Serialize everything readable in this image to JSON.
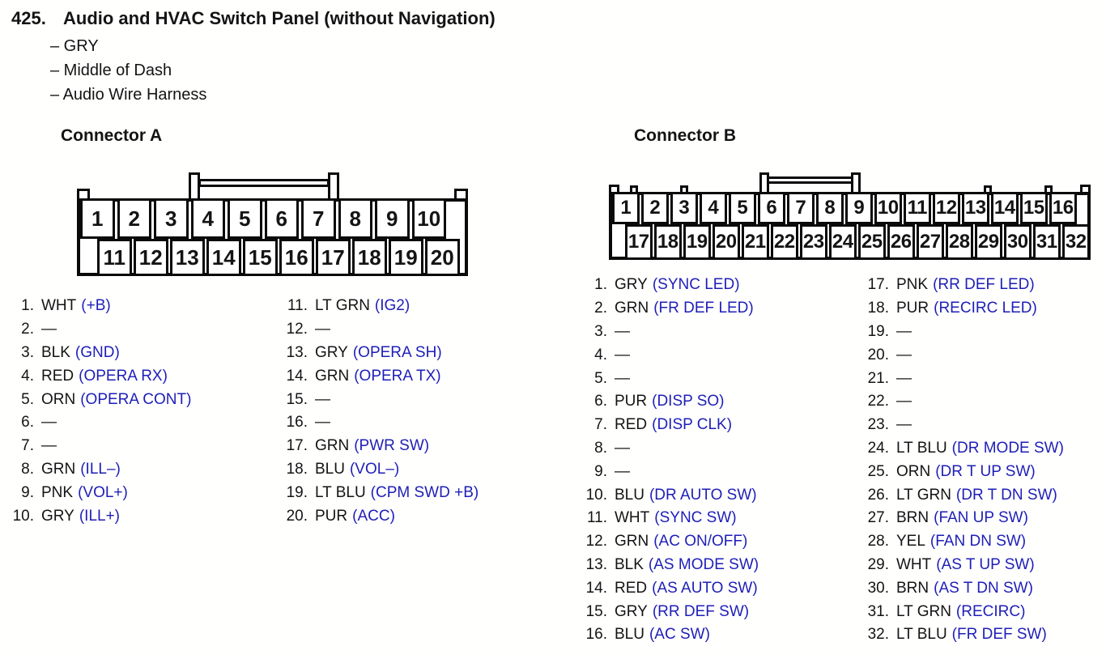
{
  "page": {
    "item_number": "425.",
    "title": "Audio and HVAC Switch Panel (without Navigation)",
    "details": [
      "– GRY",
      "– Middle of Dash",
      "– Audio Wire Harness"
    ]
  },
  "colors": {
    "signal_blue": "#1e1eb8",
    "ink": "#141414"
  },
  "connector_a": {
    "heading": "Connector A",
    "top_row": [
      "1",
      "2",
      "3",
      "4",
      "5",
      "6",
      "7",
      "8",
      "9",
      "10"
    ],
    "bottom_row": [
      "11",
      "12",
      "13",
      "14",
      "15",
      "16",
      "17",
      "18",
      "19",
      "20"
    ],
    "pins": [
      {
        "num": "1.",
        "wire": "WHT",
        "signal": "(+B)"
      },
      {
        "num": "2.",
        "wire": "—",
        "signal": ""
      },
      {
        "num": "3.",
        "wire": "BLK",
        "signal": "(GND)"
      },
      {
        "num": "4.",
        "wire": "RED",
        "signal": "(OPERA RX)"
      },
      {
        "num": "5.",
        "wire": "ORN",
        "signal": "(OPERA CONT)"
      },
      {
        "num": "6.",
        "wire": "—",
        "signal": ""
      },
      {
        "num": "7.",
        "wire": "—",
        "signal": ""
      },
      {
        "num": "8.",
        "wire": "GRN",
        "signal": "(ILL–)"
      },
      {
        "num": "9.",
        "wire": "PNK",
        "signal": "(VOL+)"
      },
      {
        "num": "10.",
        "wire": "GRY",
        "signal": "(ILL+)"
      },
      {
        "num": "11.",
        "wire": "LT GRN",
        "signal": "(IG2)"
      },
      {
        "num": "12.",
        "wire": "—",
        "signal": ""
      },
      {
        "num": "13.",
        "wire": "GRY",
        "signal": "(OPERA SH)"
      },
      {
        "num": "14.",
        "wire": "GRN",
        "signal": "(OPERA TX)"
      },
      {
        "num": "15.",
        "wire": "—",
        "signal": ""
      },
      {
        "num": "16.",
        "wire": "—",
        "signal": ""
      },
      {
        "num": "17.",
        "wire": "GRN",
        "signal": "(PWR SW)"
      },
      {
        "num": "18.",
        "wire": "BLU",
        "signal": "(VOL–)"
      },
      {
        "num": "19.",
        "wire": "LT BLU",
        "signal": "(CPM SWD +B)"
      },
      {
        "num": "20.",
        "wire": "PUR",
        "signal": "(ACC)"
      }
    ]
  },
  "connector_b": {
    "heading": "Connector B",
    "top_row": [
      "1",
      "2",
      "3",
      "4",
      "5",
      "6",
      "7",
      "8",
      "9",
      "10",
      "11",
      "12",
      "13",
      "14",
      "15",
      "16"
    ],
    "bottom_row": [
      "17",
      "18",
      "19",
      "20",
      "21",
      "22",
      "23",
      "24",
      "25",
      "26",
      "27",
      "28",
      "29",
      "30",
      "31",
      "32"
    ],
    "pins": [
      {
        "num": "1.",
        "wire": "GRY",
        "signal": "(SYNC LED)"
      },
      {
        "num": "2.",
        "wire": "GRN",
        "signal": "(FR DEF LED)"
      },
      {
        "num": "3.",
        "wire": "—",
        "signal": ""
      },
      {
        "num": "4.",
        "wire": "—",
        "signal": ""
      },
      {
        "num": "5.",
        "wire": "—",
        "signal": ""
      },
      {
        "num": "6.",
        "wire": "PUR",
        "signal": "(DISP SO)"
      },
      {
        "num": "7.",
        "wire": "RED",
        "signal": "(DISP CLK)"
      },
      {
        "num": "8.",
        "wire": "—",
        "signal": ""
      },
      {
        "num": "9.",
        "wire": "—",
        "signal": ""
      },
      {
        "num": "10.",
        "wire": "BLU",
        "signal": "(DR AUTO SW)"
      },
      {
        "num": "11.",
        "wire": "WHT",
        "signal": "(SYNC SW)"
      },
      {
        "num": "12.",
        "wire": "GRN",
        "signal": "(AC ON/OFF)"
      },
      {
        "num": "13.",
        "wire": "BLK",
        "signal": "(AS MODE SW)"
      },
      {
        "num": "14.",
        "wire": "RED",
        "signal": "(AS AUTO SW)"
      },
      {
        "num": "15.",
        "wire": "GRY",
        "signal": "(RR DEF SW)"
      },
      {
        "num": "16.",
        "wire": "BLU",
        "signal": "(AC SW)"
      },
      {
        "num": "17.",
        "wire": "PNK",
        "signal": "(RR DEF LED)"
      },
      {
        "num": "18.",
        "wire": "PUR",
        "signal": "(RECIRC LED)"
      },
      {
        "num": "19.",
        "wire": "—",
        "signal": ""
      },
      {
        "num": "20.",
        "wire": "—",
        "signal": ""
      },
      {
        "num": "21.",
        "wire": "—",
        "signal": ""
      },
      {
        "num": "22.",
        "wire": "—",
        "signal": ""
      },
      {
        "num": "23.",
        "wire": "—",
        "signal": ""
      },
      {
        "num": "24.",
        "wire": "LT BLU",
        "signal": "(DR MODE SW)"
      },
      {
        "num": "25.",
        "wire": "ORN",
        "signal": "(DR T UP SW)"
      },
      {
        "num": "26.",
        "wire": "LT GRN",
        "signal": "(DR T DN SW)"
      },
      {
        "num": "27.",
        "wire": "BRN",
        "signal": "(FAN UP SW)"
      },
      {
        "num": "28.",
        "wire": "YEL",
        "signal": "(FAN DN SW)"
      },
      {
        "num": "29.",
        "wire": "WHT",
        "signal": "(AS T UP SW)"
      },
      {
        "num": "30.",
        "wire": "BRN",
        "signal": "(AS T DN SW)"
      },
      {
        "num": "31.",
        "wire": "LT GRN",
        "signal": "(RECIRC)"
      },
      {
        "num": "32.",
        "wire": "LT BLU",
        "signal": "(FR DEF SW)"
      }
    ]
  }
}
